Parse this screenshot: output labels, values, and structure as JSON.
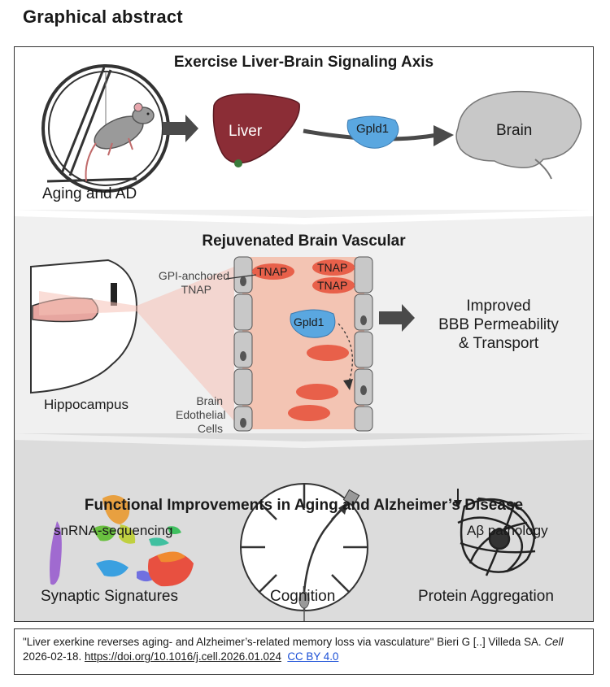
{
  "header": {
    "title": "Graphical abstract"
  },
  "panel1": {
    "title": "Exercise Liver-Brain Signaling Axis",
    "condition_label": "Aging and AD",
    "liver_label": "Liver",
    "gpld1_label": "Gpld1",
    "brain_label": "Brain"
  },
  "panel2": {
    "title": "Rejuvenated Brain Vascular",
    "hippocampus_label": "Hippocampus",
    "gpi_label_line1": "GPI-anchored",
    "gpi_label_line2": "TNAP",
    "tnap_labels": [
      "TNAP",
      "TNAP",
      "TNAP"
    ],
    "gpld1_label": "Gpld1",
    "endothelial_line1": "Brain",
    "endothelial_line2": "Edothelial",
    "endothelial_line3": "Cells",
    "outcome_line1": "Improved",
    "outcome_line2": "BBB Permeability",
    "outcome_line3": "& Transport"
  },
  "panel3": {
    "title": "Functional Improvements in Aging and Alzheimer’s Disease",
    "snrna_label": "snRNA-sequencing",
    "abeta_label": "Aβ pathology",
    "synaptic_label": "Synaptic Signatures",
    "cognition_label": "Cognition",
    "protein_label": "Protein Aggregation"
  },
  "citation": {
    "text_part1": "\"Liver exerkine reverses aging- and Alzheimer’s-related memory loss via vasculature\" Bieri G [..] Villeda SA. ",
    "journal": "Cell",
    "text_part2": " 2026-02-18. ",
    "doi": "https://doi.org/10.1016/j.cell.2026.01.024",
    "license": "CC BY 4.0"
  },
  "colors": {
    "liver": "#8b2d36",
    "gpld1": "#5aa7e0",
    "tnap": "#e8604a",
    "brain": "#c8c8c8",
    "arrow": "#4a4a4a",
    "license_link": "#1a4fd6"
  }
}
